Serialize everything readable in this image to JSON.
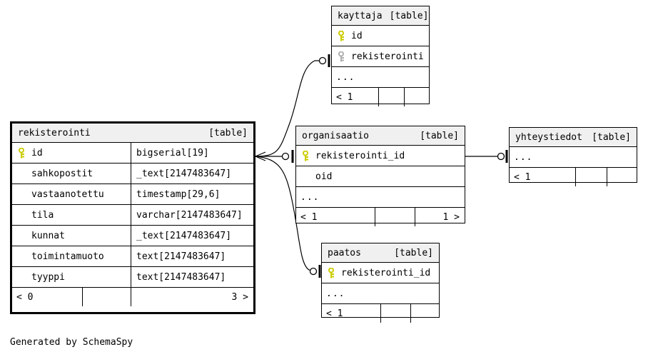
{
  "diagram": {
    "title": "rekisterointi",
    "footer_text": "Generated by SchemaSpy",
    "type_tag": "[table]",
    "ellipsis": "...",
    "colors": {
      "primary_key": "#d4d400",
      "foreign_key": "#b0b0b0",
      "header_bg": "#f0f0f0",
      "border": "#000000",
      "background": "#ffffff"
    }
  },
  "tables": {
    "rekisterointi": {
      "name": "rekisterointi",
      "type": "[table]",
      "focal": true,
      "columns": [
        {
          "key": "primary",
          "name": "id",
          "type": "bigserial[19]"
        },
        {
          "key": "none",
          "name": "sahkopostit",
          "type": "_text[2147483647]"
        },
        {
          "key": "none",
          "name": "vastaanotettu",
          "type": "timestamp[29,6]"
        },
        {
          "key": "none",
          "name": "tila",
          "type": "varchar[2147483647]"
        },
        {
          "key": "none",
          "name": "kunnat",
          "type": "_text[2147483647]"
        },
        {
          "key": "none",
          "name": "toimintamuoto",
          "type": "text[2147483647]"
        },
        {
          "key": "none",
          "name": "tyyppi",
          "type": "text[2147483647]"
        }
      ],
      "has_ellipsis": false,
      "footer": {
        "left": "< 0",
        "middle": "",
        "right": "3 >"
      }
    },
    "kayttaja": {
      "name": "kayttaja",
      "type": "[table]",
      "focal": false,
      "columns": [
        {
          "key": "primary",
          "name": "id"
        },
        {
          "key": "foreign",
          "name": "rekisterointi"
        }
      ],
      "has_ellipsis": true,
      "footer": {
        "left": "< 1",
        "middle": "",
        "right": ""
      }
    },
    "organisaatio": {
      "name": "organisaatio",
      "type": "[table]",
      "focal": false,
      "columns": [
        {
          "key": "primary",
          "name": "rekisterointi_id"
        },
        {
          "key": "none",
          "name": "oid"
        }
      ],
      "has_ellipsis": true,
      "footer": {
        "left": "< 1",
        "middle": "",
        "right": "1 >"
      }
    },
    "yhteystiedot": {
      "name": "yhteystiedot",
      "type": "[table]",
      "focal": false,
      "columns": [],
      "has_ellipsis": true,
      "footer": {
        "left": "< 1",
        "middle": "",
        "right": ""
      }
    },
    "paatos": {
      "name": "paatos",
      "type": "[table]",
      "focal": false,
      "columns": [
        {
          "key": "primary",
          "name": "rekisterointi_id"
        }
      ],
      "has_ellipsis": true,
      "footer": {
        "left": "< 1",
        "middle": "",
        "right": ""
      }
    }
  },
  "relationships": [
    {
      "from": "rekisterointi",
      "to": "kayttaja",
      "from_cardinality": "many",
      "to_cardinality": "zero-or-one"
    },
    {
      "from": "rekisterointi",
      "to": "organisaatio",
      "from_cardinality": "many",
      "to_cardinality": "zero-or-one"
    },
    {
      "from": "rekisterointi",
      "to": "paatos",
      "from_cardinality": "many",
      "to_cardinality": "zero-or-one"
    },
    {
      "from": "organisaatio",
      "to": "yhteystiedot",
      "from_cardinality": "one",
      "to_cardinality": "zero-or-one"
    }
  ]
}
